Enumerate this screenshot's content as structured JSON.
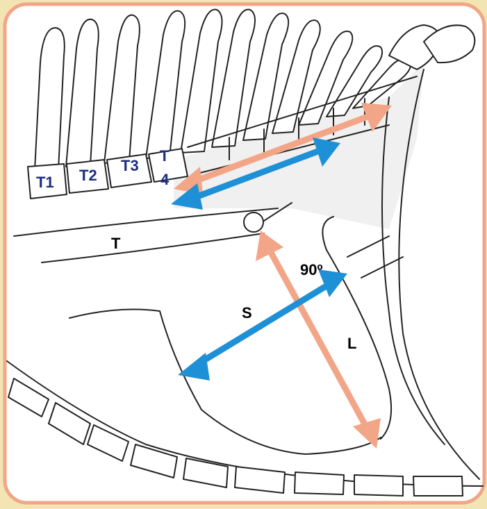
{
  "labels": {
    "t1": "T1",
    "t2": "T2",
    "t3": "T3",
    "t4_top": "T",
    "t4_bottom": "4",
    "trachea": "T",
    "angle": "90º",
    "short_axis": "S",
    "long_axis": "L"
  },
  "colors": {
    "frame_background": "#ffffff",
    "frame_border": "#f2a587",
    "page_background": "#f3e4b4",
    "orange_arrow": "#f2a587",
    "blue_arrow": "#1e90d6",
    "vertebra_label": "#1d2d80"
  }
}
